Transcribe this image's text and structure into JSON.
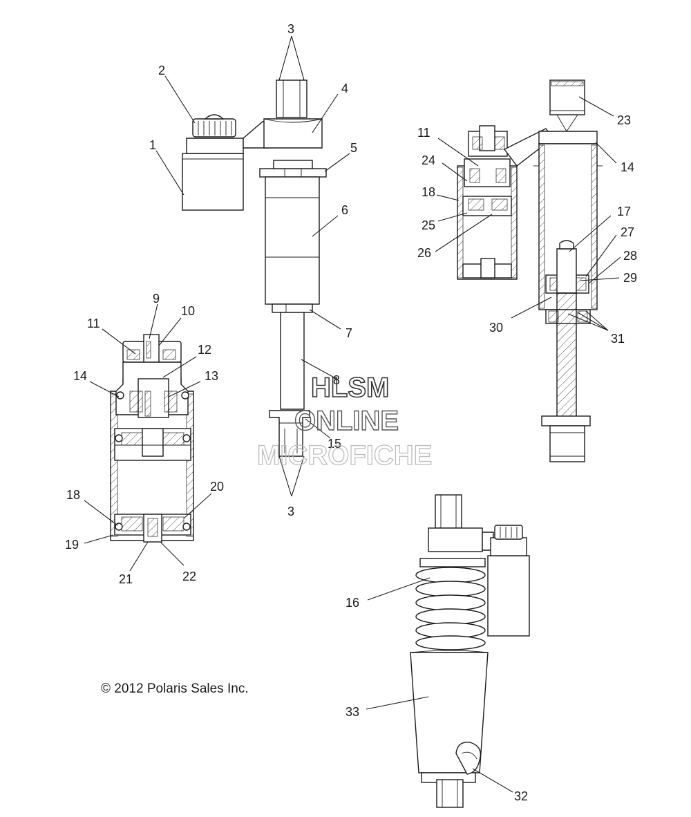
{
  "copyright": "© 2012 Polaris Sales Inc.",
  "watermark": {
    "line1": "HLSM",
    "line2": "ONLINE",
    "line3": "MICROFICHE"
  },
  "callouts": [
    {
      "id": "c1",
      "text": "1"
    },
    {
      "id": "c2",
      "text": "2"
    },
    {
      "id": "c3a",
      "text": "3"
    },
    {
      "id": "c4",
      "text": "4"
    },
    {
      "id": "c5",
      "text": "5"
    },
    {
      "id": "c6",
      "text": "6"
    },
    {
      "id": "c7",
      "text": "7"
    },
    {
      "id": "c8",
      "text": "8"
    },
    {
      "id": "c15",
      "text": "15"
    },
    {
      "id": "c3b",
      "text": "3"
    },
    {
      "id": "c9",
      "text": "9"
    },
    {
      "id": "c10",
      "text": "10"
    },
    {
      "id": "c11a",
      "text": "11"
    },
    {
      "id": "c12",
      "text": "12"
    },
    {
      "id": "c13",
      "text": "13"
    },
    {
      "id": "c14a",
      "text": "14"
    },
    {
      "id": "c18a",
      "text": "18"
    },
    {
      "id": "c20",
      "text": "20"
    },
    {
      "id": "c19",
      "text": "19"
    },
    {
      "id": "c21",
      "text": "21"
    },
    {
      "id": "c22",
      "text": "22"
    },
    {
      "id": "c11b",
      "text": "11"
    },
    {
      "id": "c24",
      "text": "24"
    },
    {
      "id": "c18b",
      "text": "18"
    },
    {
      "id": "c25",
      "text": "25"
    },
    {
      "id": "c26",
      "text": "26"
    },
    {
      "id": "c23",
      "text": "23"
    },
    {
      "id": "c14b",
      "text": "14"
    },
    {
      "id": "c17",
      "text": "17"
    },
    {
      "id": "c27",
      "text": "27"
    },
    {
      "id": "c28",
      "text": "28"
    },
    {
      "id": "c29",
      "text": "29"
    },
    {
      "id": "c30",
      "text": "30"
    },
    {
      "id": "c31",
      "text": "31"
    },
    {
      "id": "c16",
      "text": "16"
    },
    {
      "id": "c33",
      "text": "33"
    },
    {
      "id": "c32",
      "text": "32"
    }
  ]
}
